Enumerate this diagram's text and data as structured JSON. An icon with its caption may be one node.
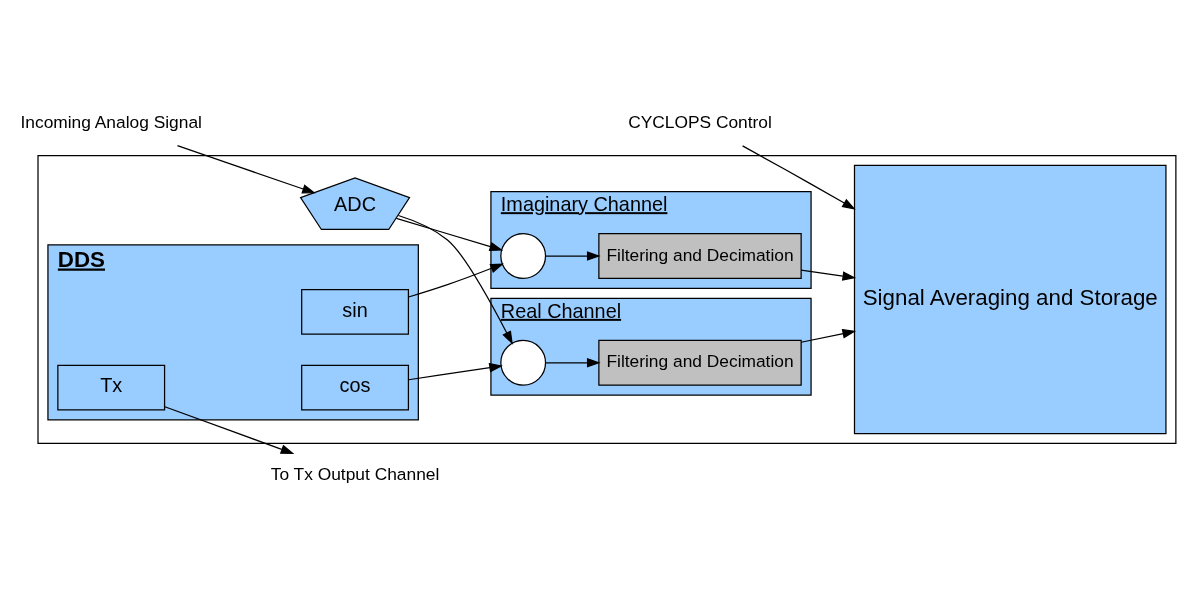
{
  "diagram": {
    "nodes": [
      {
        "text": [],
        "shape": "box"
      },
      {
        "text": [
          "Incoming Analog Signal"
        ]
      },
      {
        "text": [
          "ADC"
        ],
        "in": 0
      },
      {
        "text": [
          "Real Channel"
        ],
        "in": 0
      },
      {
        "text": [],
        "shape": "circle",
        "in": 3
      },
      {
        "text": [
          "Filtering and Decimation"
        ],
        "in": 3
      },
      {
        "text": [
          "Imaginary Channel"
        ],
        "in": 0
      },
      {
        "text": [],
        "shape": "circle",
        "in": 6
      },
      {
        "text": [
          "Filtering and Decimation"
        ],
        "in": 6
      },
      {
        "text": [
          "DDS"
        ],
        "in": 0
      },
      {
        "text": [
          "cos"
        ],
        "in": 9
      },
      {
        "text": [
          "sin"
        ],
        "in": 9
      },
      {
        "text": [
          "Tx"
        ],
        "in": 9
      },
      {
        "text": [
          "Signal Averaging and Storage"
        ],
        "in": 0
      },
      {
        "text": [
          "To Tx Output Channel"
        ]
      },
      {
        "text": [
          "CYCLOPS Control"
        ]
      }
    ],
    "edges": [
      {
        "from": 1,
        "to": 2,
        "arrow": "to"
      },
      {
        "from": 2,
        "to": 4,
        "arrow": "to"
      },
      {
        "from": 2,
        "to": 7,
        "arrow": "to"
      },
      {
        "from": 10,
        "to": 4,
        "arrow": "to"
      },
      {
        "from": 11,
        "to": 7,
        "arrow": "to"
      },
      {
        "from": 4,
        "to": 5,
        "arrow": "to"
      },
      {
        "from": 7,
        "to": 8,
        "arrow": "to"
      },
      {
        "from": 5,
        "to": 13,
        "arrow": "to"
      },
      {
        "from": 8,
        "to": 13,
        "arrow": "to"
      },
      {
        "from": 12,
        "to": 14,
        "arrow": "to"
      },
      {
        "from": 15,
        "to": 13,
        "arrow": "to"
      }
    ]
  }
}
